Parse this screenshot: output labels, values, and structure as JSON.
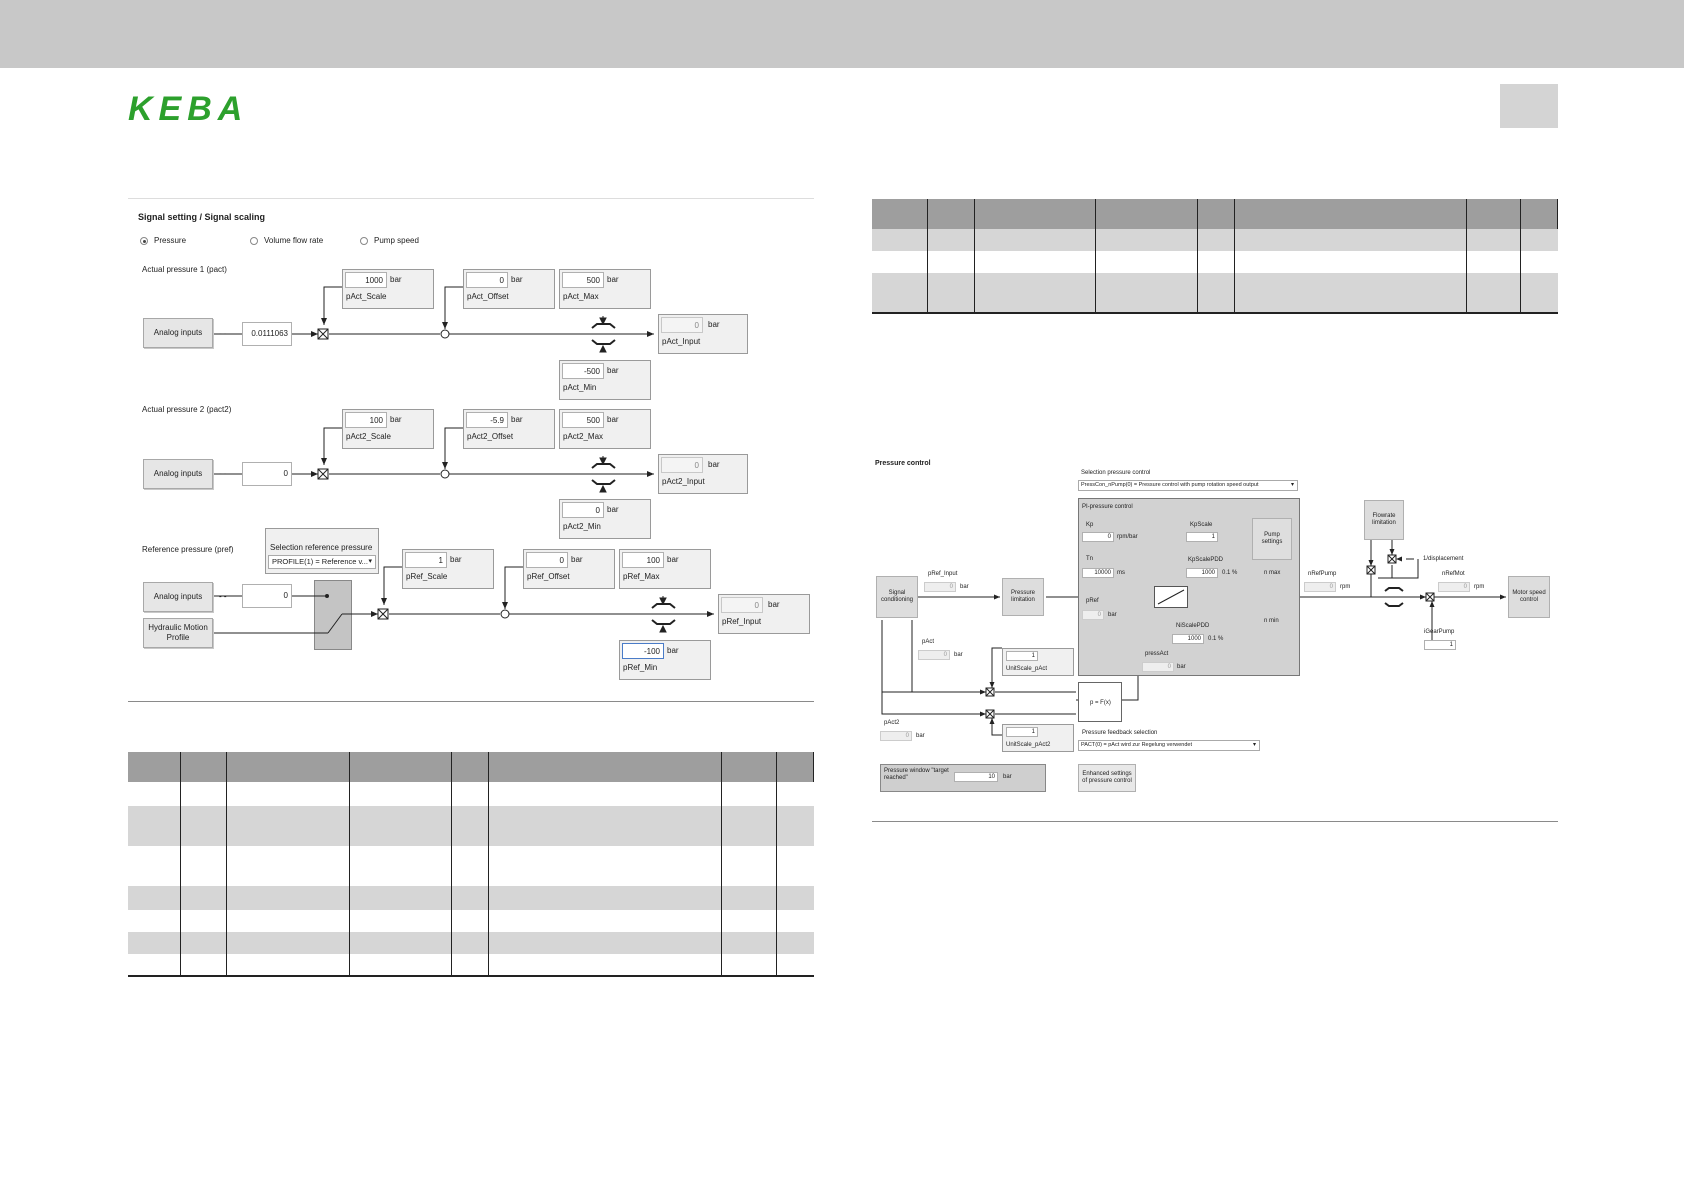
{
  "logo": {
    "text": "KEBA",
    "color": "#2ca02c"
  },
  "left_figure": {
    "title": "Signal setting / Signal scaling",
    "radios": [
      {
        "label": "Pressure",
        "selected": true
      },
      {
        "label": "Volume flow rate",
        "selected": false
      },
      {
        "label": "Pump speed",
        "selected": false
      }
    ],
    "actual1": {
      "section_label": "Actual pressure 1 (pact)",
      "button": "Analog inputs",
      "dash": "- -",
      "input_value": "0.0111063",
      "scale": {
        "value": "1000",
        "unit": "bar",
        "name": "pAct_Scale"
      },
      "offset": {
        "value": "0",
        "unit": "bar",
        "name": "pAct_Offset"
      },
      "max": {
        "value": "500",
        "unit": "bar",
        "name": "pAct_Max"
      },
      "min": {
        "value": "-500",
        "unit": "bar",
        "name": "pAct_Min"
      },
      "output": {
        "value": "0",
        "unit": "bar",
        "name": "pAct_Input"
      }
    },
    "actual2": {
      "section_label": "Actual pressure 2 (pact2)",
      "button": "Analog inputs",
      "dash": "- -",
      "input_value": "0",
      "scale": {
        "value": "100",
        "unit": "bar",
        "name": "pAct2_Scale"
      },
      "offset": {
        "value": "-5.9",
        "unit": "bar",
        "name": "pAct2_Offset"
      },
      "max": {
        "value": "500",
        "unit": "bar",
        "name": "pAct2_Max"
      },
      "min": {
        "value": "0",
        "unit": "bar",
        "name": "pAct2_Min"
      },
      "output": {
        "value": "0",
        "unit": "bar",
        "name": "pAct2_Input"
      }
    },
    "reference": {
      "section_label": "Reference pressure (pref)",
      "select_label": "Selection reference pressure",
      "select_value": "PROFILE(1) = Reference v...",
      "button": "Analog inputs",
      "button2": "Hydraulic Motion Profile",
      "dash": "- -",
      "input_value": "0",
      "scale": {
        "value": "1",
        "unit": "bar",
        "name": "pRef_Scale"
      },
      "offset": {
        "value": "0",
        "unit": "bar",
        "name": "pRef_Offset"
      },
      "max": {
        "value": "100",
        "unit": "bar",
        "name": "pRef_Max"
      },
      "min": {
        "value": "-100",
        "unit": "bar",
        "name": "pRef_Min"
      },
      "output": {
        "value": "0",
        "unit": "bar",
        "name": "pRef_Input"
      }
    }
  },
  "right_figure": {
    "title": "Pressure control",
    "selection_label": "Selection pressure control",
    "selection_value": "PressCon_nPump(0) = Pressure control with pump rotation speed output",
    "pi_title": "PI-pressure control",
    "kp": {
      "label": "Kp",
      "value": "0",
      "unit": "rpm/bar"
    },
    "tn": {
      "label": "Tn",
      "value": "10000",
      "unit": "ms"
    },
    "pref": {
      "label": "pRef",
      "value": "0",
      "unit": "bar"
    },
    "kpscale": {
      "label": "KpScale",
      "value": "1"
    },
    "kpscalepdd": {
      "label": "KpScalePDD",
      "value": "1000",
      "unit": "0.1 %"
    },
    "niscalepdd": {
      "label": "NiScalePDD",
      "value": "1000",
      "unit": "0.1 %"
    },
    "pressact": {
      "label": "pressAct",
      "value": "0",
      "unit": "bar"
    },
    "pump_settings": "Pump settings",
    "nmax": "n max",
    "nmin": "n min",
    "signal_conditioning": "Signal conditioning",
    "pref_input": {
      "label": "pRef_Input",
      "value": "0",
      "unit": "bar"
    },
    "pressure_limitation": "Pressure limitation",
    "pact": {
      "label": "pAct",
      "value": "0",
      "unit": "bar"
    },
    "pact2": {
      "label": "pAct2",
      "value": "0",
      "unit": "bar"
    },
    "unitscale_pact": {
      "label": "UnitScale_pAct",
      "value": "1"
    },
    "unitscale_pact2": {
      "label": "UnitScale_pAct2",
      "value": "1"
    },
    "pfx": "p = F(x)",
    "feedback_label": "Pressure feedback selection",
    "feedback_value": "PACT(0) = pAct wird zur Regelung verwendet",
    "flowrate_limitation": "Flowrate limitation",
    "displacement": "1/displacement",
    "nrefpump": {
      "label": "nRefPump",
      "value": "0",
      "unit": "rpm"
    },
    "nrefmot": {
      "label": "nRefMot",
      "value": "0",
      "unit": "rpm"
    },
    "igearpump": {
      "label": "iGearPump",
      "value": "1"
    },
    "motor_speed_control": "Motor speed control",
    "window_label": "Pressure window \"target reached\"",
    "window_value": "10",
    "window_unit": "bar",
    "enhanced": "Enhanced settings of pressure control"
  },
  "table_left": {
    "col_widths": [
      52,
      46,
      122,
      102,
      36,
      234,
      54,
      36
    ],
    "rows": [
      {
        "style": "h"
      },
      {
        "style": "w"
      },
      {
        "style": "g"
      },
      {
        "style": "w"
      },
      {
        "style": "g"
      },
      {
        "style": "w"
      },
      {
        "style": "g"
      },
      {
        "style": "w"
      }
    ]
  },
  "table_right": {
    "col_widths": [
      56,
      46,
      122,
      102,
      36,
      234,
      54,
      36
    ],
    "rows": [
      {
        "style": "h"
      },
      {
        "style": "g"
      },
      {
        "style": "w"
      },
      {
        "style": "g"
      }
    ]
  }
}
